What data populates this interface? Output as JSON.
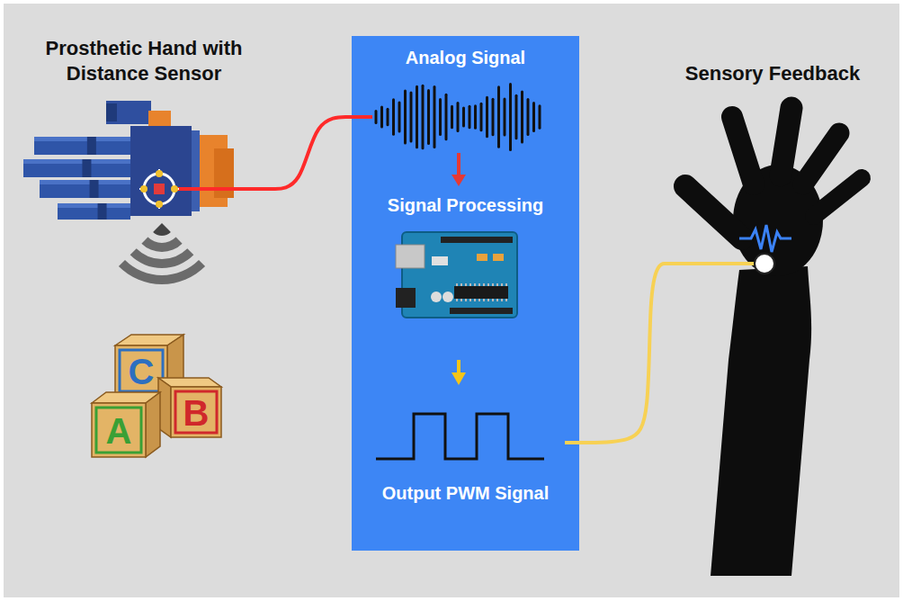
{
  "diagram": {
    "nodes": [
      {
        "text": [
          "Prosthetic Hand with Distance Sensor"
        ]
      },
      {
        "text": [
          "Analog Signal",
          "Signal Processing",
          "Output PWM Signal"
        ]
      },
      {
        "text": [
          "Sensory Feedback"
        ]
      }
    ],
    "edges": [
      {
        "from": 0,
        "to": 1,
        "arrow": "none"
      },
      {
        "from": 1,
        "to": 2,
        "arrow": "none"
      }
    ],
    "labels": [
      "C",
      "A",
      "B"
    ]
  }
}
